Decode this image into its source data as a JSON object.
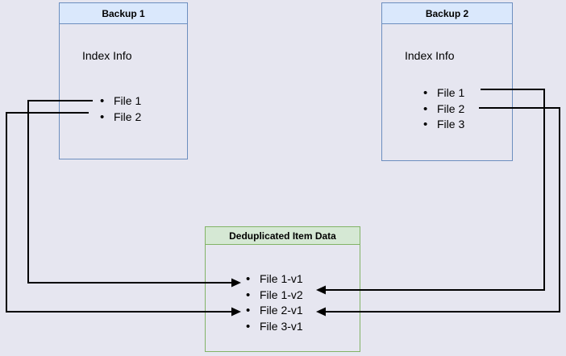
{
  "boxes": {
    "backup1": {
      "title": "Backup 1",
      "section_label": "Index Info",
      "files": [
        "File 1",
        "File 2"
      ]
    },
    "backup2": {
      "title": "Backup 2",
      "section_label": "Index Info",
      "files": [
        "File 1",
        "File 2",
        "File 3"
      ]
    },
    "dedup": {
      "title": "Deduplicated Item Data",
      "items": [
        "File 1-v1",
        "File 1-v2",
        "File 2-v1",
        "File 3-v1"
      ]
    }
  },
  "connections": [
    {
      "from": "Backup 1 / File 1",
      "to": "File 1-v1",
      "side": "left"
    },
    {
      "from": "Backup 1 / File 2",
      "to": "File 2-v1",
      "side": "left"
    },
    {
      "from": "Backup 2 / File 1",
      "to": "File 1-v2",
      "side": "right"
    },
    {
      "from": "Backup 2 / File 2",
      "to": "File 2-v1",
      "side": "right"
    }
  ],
  "colors": {
    "background": "#e6e6f0",
    "blue_header_fill": "#dae8fc",
    "blue_border": "#6c8ebf",
    "green_header_fill": "#d5e8d4",
    "green_border": "#82b366",
    "line": "#000000"
  }
}
